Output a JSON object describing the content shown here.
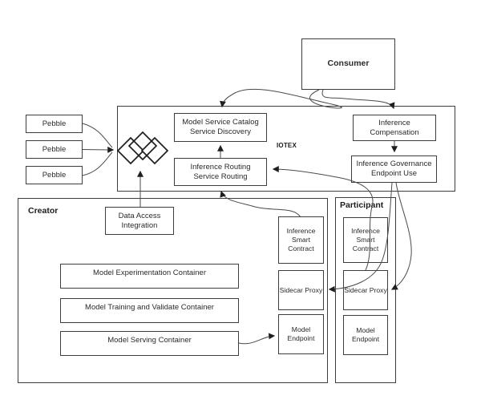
{
  "colors": {
    "background": "#ffffff",
    "box_stroke": "#3d3d3d",
    "line": "#4a4a4a",
    "text": "#222222"
  },
  "consumer": {
    "label": "Consumer"
  },
  "pebbles": {
    "items": [
      {
        "label": "Pebble"
      },
      {
        "label": "Pebble"
      },
      {
        "label": "Pebble"
      }
    ]
  },
  "iotex": {
    "label": "IOTEX",
    "catalog": {
      "line1": "Model Service Catalog",
      "line2": "Service Discovery"
    },
    "routing": {
      "line1": "Inference Routing",
      "line2": "Service Routing"
    },
    "compensation": {
      "line1": "Inference",
      "line2": "Compensation"
    },
    "governance": {
      "line1": "Inference Governance",
      "line2": "Endpoint Use"
    }
  },
  "creator": {
    "label": "Creator",
    "data_access": {
      "line1": "Data Access",
      "line2": "Integration"
    },
    "containers": [
      {
        "label": "Model Experimentation Container"
      },
      {
        "label": "Model Training and Validate Container"
      },
      {
        "label": "Model Serving Container"
      }
    ],
    "smart_contract": {
      "line1": "Inference",
      "line2": "Smart",
      "line3": "Contract"
    },
    "sidecar": {
      "label": "Sidecar Proxy"
    },
    "endpoint": {
      "line1": "Model",
      "line2": "Endpoint"
    }
  },
  "participant": {
    "label": "Participant",
    "smart_contract": {
      "line1": "Inference",
      "line2": "Smart",
      "line3": "Contract"
    },
    "sidecar": {
      "label": "Sidecar Proxy"
    },
    "endpoint": {
      "line1": "Model",
      "line2": "Endpoint"
    }
  }
}
